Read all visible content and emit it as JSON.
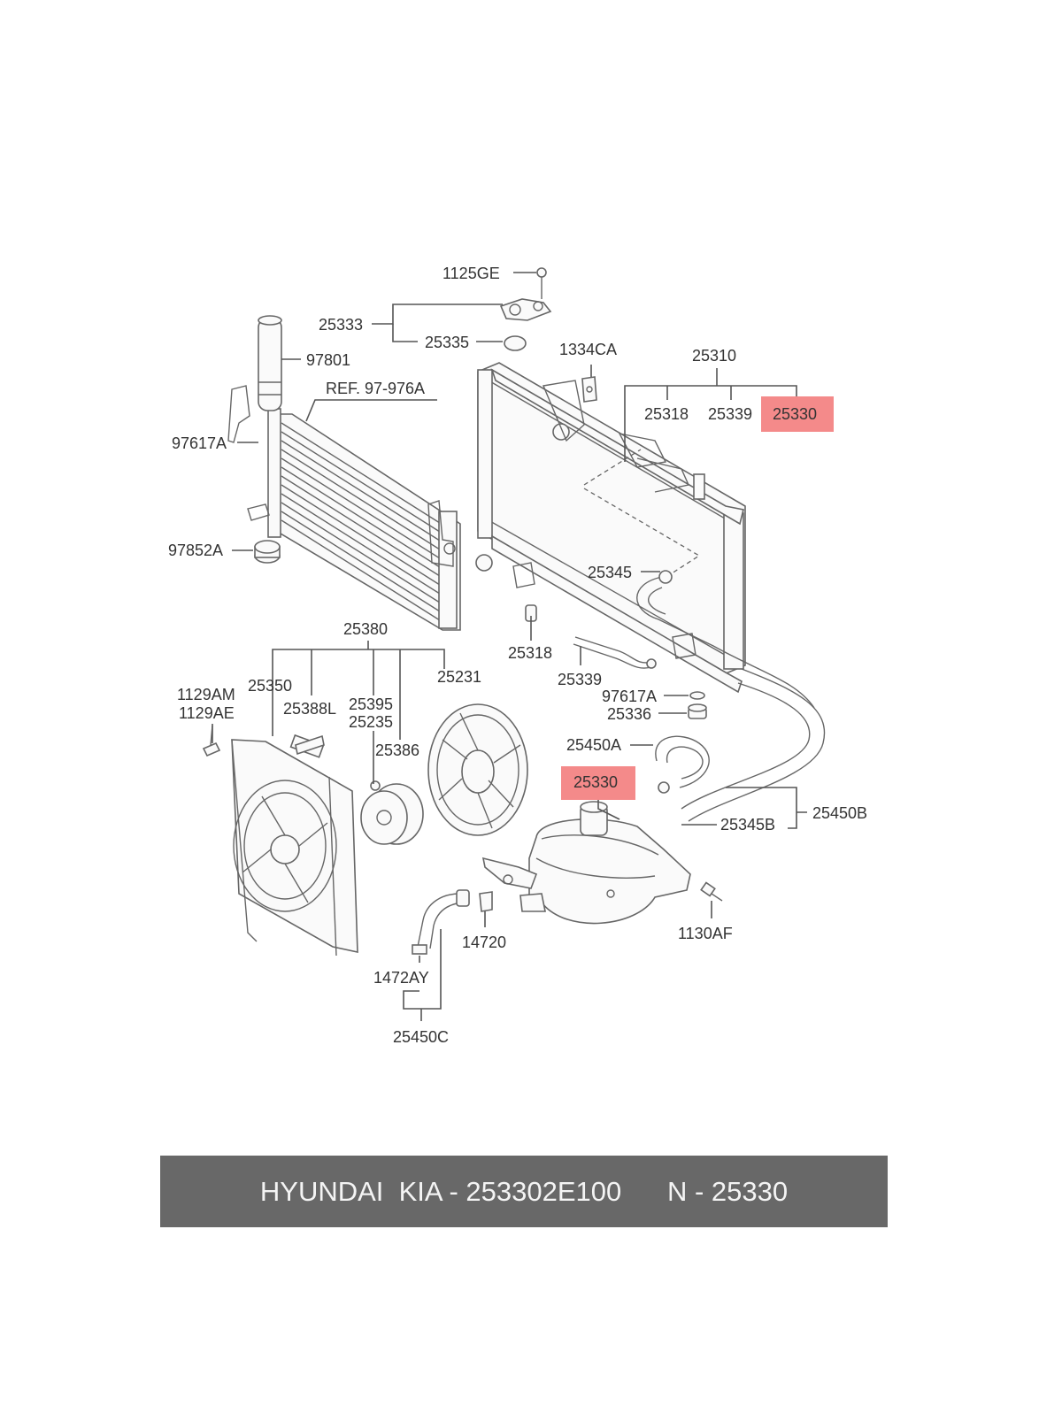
{
  "labels": {
    "l1125GE": "1125GE",
    "l25333": "25333",
    "l25335": "25335",
    "l97801": "97801",
    "l1334CA": "1334CA",
    "l25310": "25310",
    "lRef": "REF. 97-976A",
    "l25318a": "25318",
    "l25339a": "25339",
    "l25330a": "25330",
    "l97617Aa": "97617A",
    "l97852A": "97852A",
    "l25345": "25345",
    "l25380": "25380",
    "l25318b": "25318",
    "l25339b": "25339",
    "l25231": "25231",
    "l1129AM": "1129AM",
    "l1129AE": "1129AE",
    "l25350": "25350",
    "l25388L": "25388L",
    "l25395": "25395",
    "l25235": "25235",
    "l97617Ab": "97617A",
    "l25336": "25336",
    "l25386": "25386",
    "l25450A": "25450A",
    "l25330b": "25330",
    "l25450B": "25450B",
    "l25345B": "25345B",
    "l14720": "14720",
    "l1130AF": "1130AF",
    "l1472AY": "1472AY",
    "l25450C": "25450C"
  },
  "highlight_color": "#f48a8a",
  "footer": {
    "brand": "HYUNDAI  KIA - 253302E100",
    "number": "N - 25330"
  },
  "footer_bg": "#686868"
}
